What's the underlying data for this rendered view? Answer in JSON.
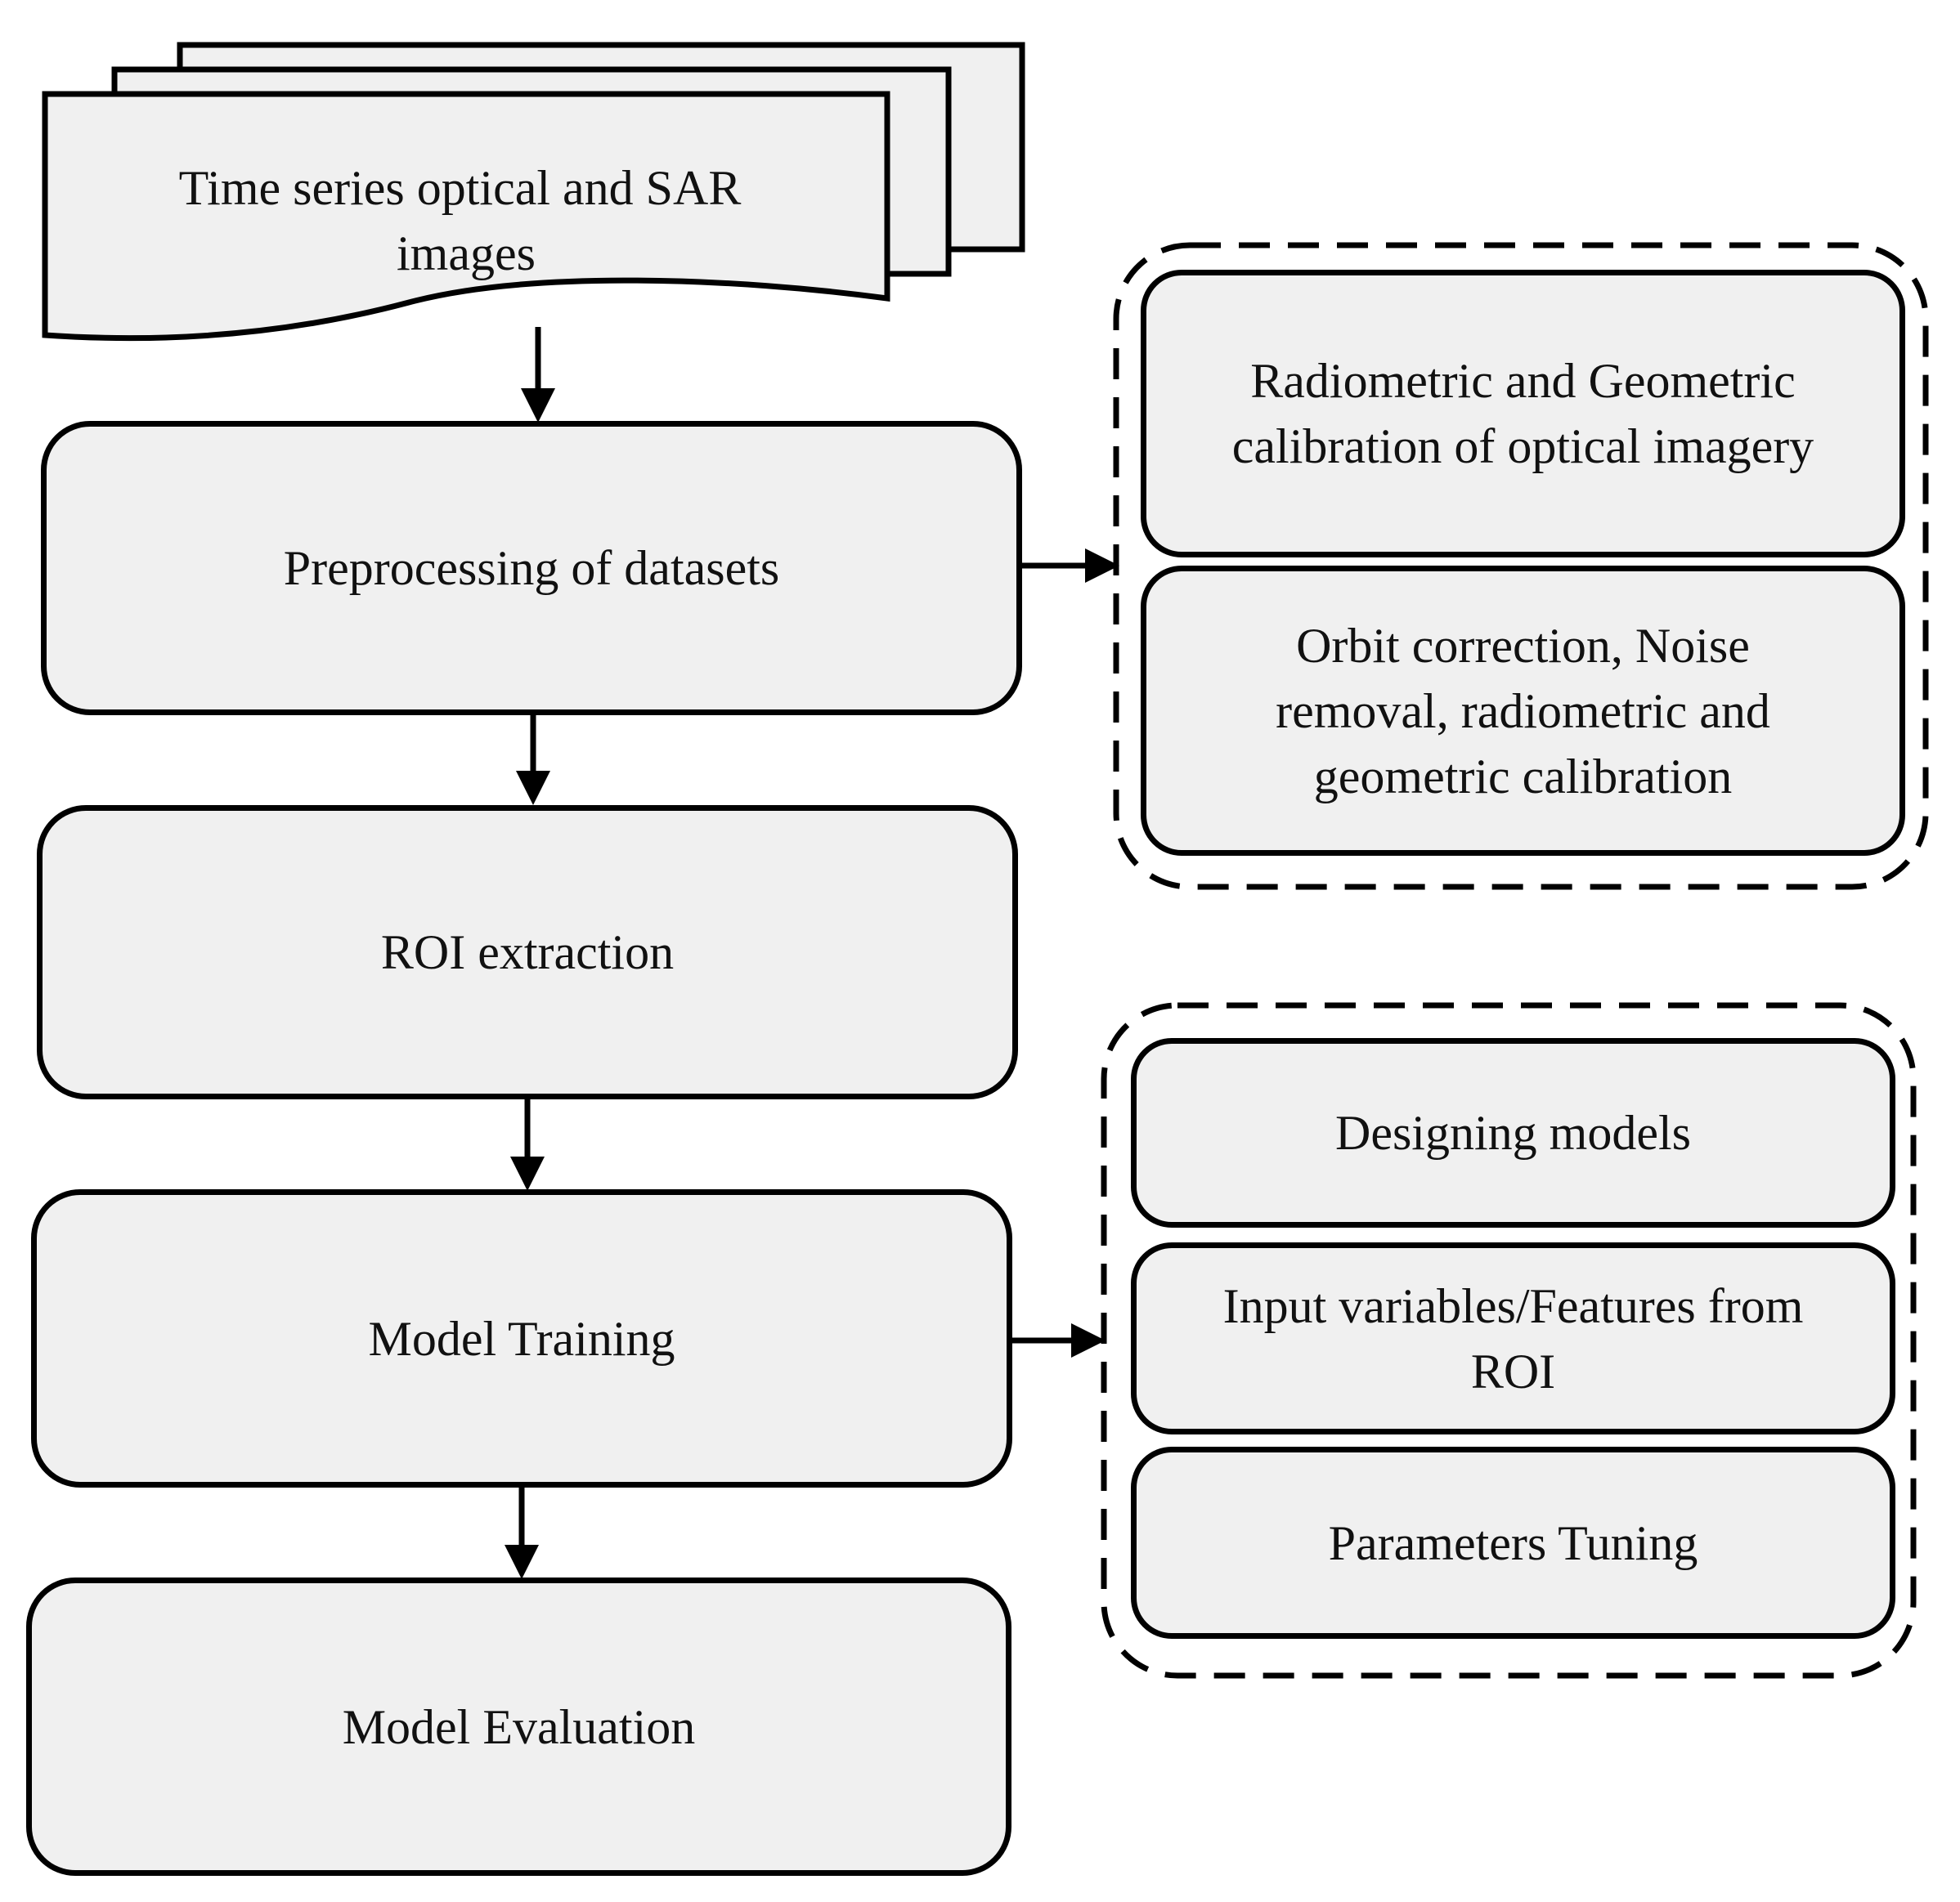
{
  "input": {
    "label_lines": [
      "Time series optical and SAR",
      "images"
    ]
  },
  "steps": {
    "preprocessing": "Preprocessing of datasets",
    "roi": "ROI extraction",
    "training": "Model Training",
    "evaluation": "Model Evaluation"
  },
  "preprocessing_details": {
    "optical": "Radiometric and Geometric calibration of optical imagery",
    "sar": "Orbit correction, Noise removal, radiometric and geometric calibration"
  },
  "training_details": {
    "design": "Designing models",
    "features": "Input variables/Features from ROI",
    "tuning": "Parameters Tuning"
  },
  "colors": {
    "box_fill": "#f0f0f0",
    "stroke": "#000000",
    "text": "#111111"
  }
}
